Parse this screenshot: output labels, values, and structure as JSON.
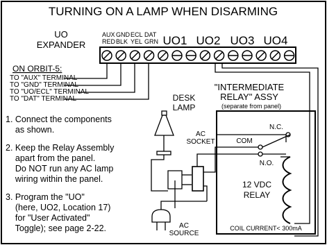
{
  "title": "TURNING ON A LAMP WHEN DISARMING",
  "expander": {
    "label_line1": "UO",
    "label_line2": "EXPANDER",
    "terminal_top": [
      "AUX",
      "GND",
      "ECL",
      "DAT"
    ],
    "terminal_colors": [
      "RED",
      "BLK",
      "YEL",
      "GRN"
    ],
    "outputs": [
      "UO1",
      "UO2",
      "UO3",
      "UO4"
    ]
  },
  "orbit": {
    "heading": "ON ORBIT-5:",
    "lines": [
      "TO \"AUX\" TERMINAL",
      "TO \"GND\" TERMINAL",
      "TO \"UO/ECL\" TERMINAL",
      "TO \"DAT\" TERMINAL"
    ]
  },
  "lamp": {
    "line1": "DESK",
    "line2": "LAMP"
  },
  "socket": {
    "line1": "AC",
    "line2": "SOCKET"
  },
  "source": {
    "line1": "AC",
    "line2": "SOURCE"
  },
  "relay": {
    "title_line1": "\"INTERMEDIATE",
    "title_line2": "RELAY\" ASSY",
    "note": "(separate from panel)",
    "nc": "N.C.",
    "com": "COM",
    "no": "N.O.",
    "vdc": "12 VDC",
    "name": "RELAY",
    "coil": "COIL CURRENT< 300mA"
  },
  "steps": [
    [
      "1. Connect the components",
      "    as shown."
    ],
    [
      "2. Keep the Relay Assembly",
      "    apart from the panel.",
      "    Do NOT run any AC lamp",
      "    wiring within the panel."
    ],
    [
      "3. Program the \"UO\"",
      "    (here, UO2, Location 17)",
      "    for \"User Activated\"",
      "    Toggle); see page 2-22."
    ]
  ]
}
